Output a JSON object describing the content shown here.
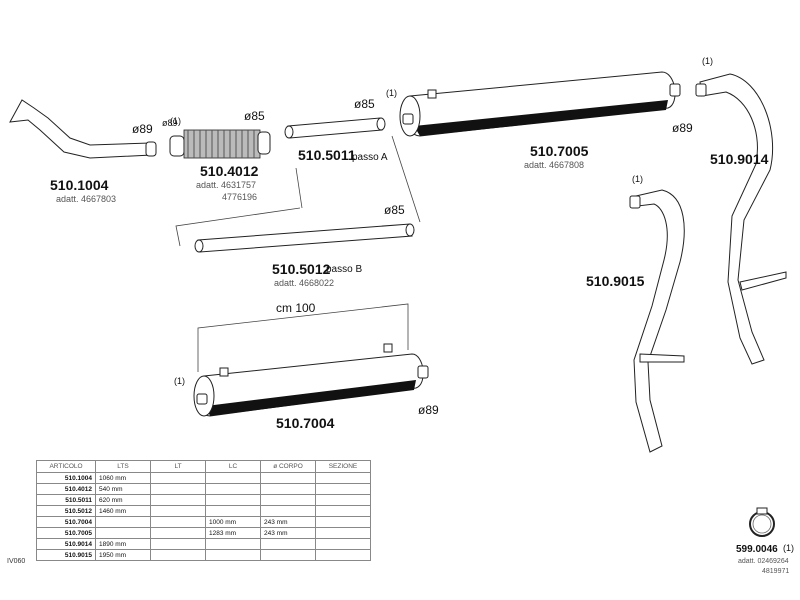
{
  "parts": [
    {
      "code": "510.1004",
      "sub": [
        "adatt. 4667803"
      ],
      "diameter": "ø89",
      "note": ""
    },
    {
      "code": "510.4012",
      "sub": [
        "adatt. 4631757",
        "4776196"
      ],
      "diameter": "ø85",
      "note": "(1)"
    },
    {
      "code": "510.5011",
      "passo": "passo A",
      "diameter": "ø85"
    },
    {
      "code": "510.7005",
      "sub": [
        "adatt. 4667808"
      ],
      "diameter": "ø89",
      "note": "(1)"
    },
    {
      "code": "510.9014",
      "note": "(1)"
    },
    {
      "code": "510.5012",
      "passo": "passo B",
      "sub": [
        "adatt. 4668022"
      ],
      "diameter": "ø85"
    },
    {
      "code": "510.9015",
      "note": "(1)"
    },
    {
      "code": "510.7004",
      "diameter": "ø89",
      "note": "(1)",
      "length_label": "cm  100"
    },
    {
      "code": "599.0046",
      "note": "(1)",
      "sub": [
        "adatt. 02469264",
        "4819971"
      ]
    }
  ],
  "table": {
    "headers": [
      "ARTICOLO",
      "LTS",
      "LT",
      "LC",
      "ø CORPO",
      "SEZIONE"
    ],
    "rows": [
      [
        "510.1004",
        "1060 mm",
        "",
        "",
        "",
        ""
      ],
      [
        "510.4012",
        "540 mm",
        "",
        "",
        "",
        ""
      ],
      [
        "510.5011",
        "620 mm",
        "",
        "",
        "",
        ""
      ],
      [
        "510.5012",
        "1460 mm",
        "",
        "",
        "",
        ""
      ],
      [
        "510.7004",
        "",
        "",
        "1000 mm",
        "243 mm",
        ""
      ],
      [
        "510.7005",
        "",
        "",
        "1283 mm",
        "243 mm",
        ""
      ],
      [
        "510.9014",
        "1890 mm",
        "",
        "",
        "",
        ""
      ],
      [
        "510.9015",
        "1950 mm",
        "",
        "",
        "",
        ""
      ]
    ]
  },
  "page_code": "IV060"
}
